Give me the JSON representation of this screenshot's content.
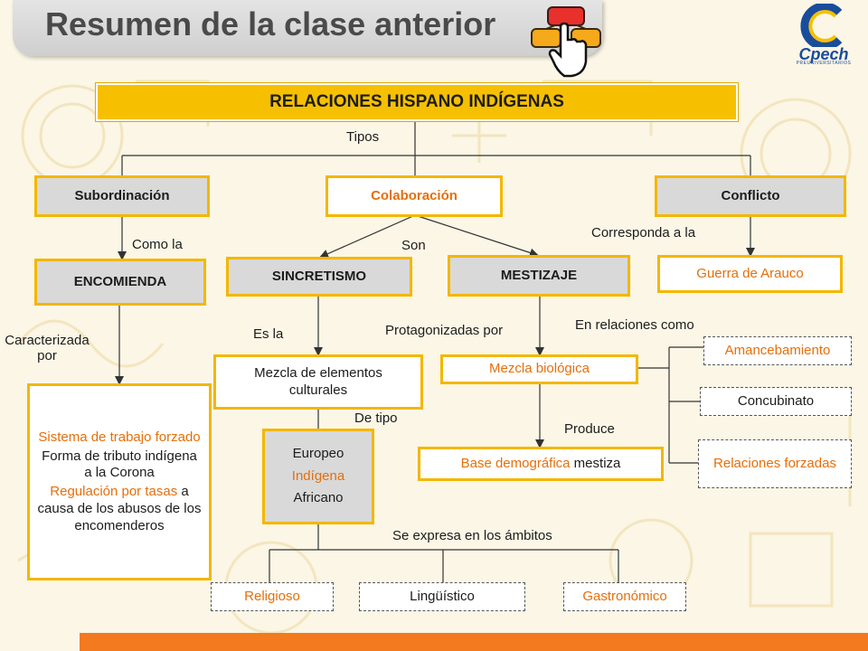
{
  "header": {
    "title": "Resumen de la clase anterior",
    "logo_text": "Cpech",
    "logo_subtext": "PREUNIVERSITARIOS"
  },
  "diagram": {
    "root": "RELACIONES HISPANO INDÍGENAS",
    "labels": {
      "tipos": "Tipos",
      "como_la": "Como la",
      "son": "Son",
      "corresponda": "Corresponda a la",
      "caracterizada": "Caracterizada por",
      "es_la": "Es la",
      "protagonizadas": "Protagonizadas por",
      "en_relaciones": "En relaciones como",
      "de_tipo": "De tipo",
      "produce": "Produce",
      "se_expresa": "Se expresa en los ámbitos"
    },
    "types": {
      "subordinacion": "Subordinación",
      "colaboracion": "Colaboración",
      "conflicto": "Conflicto"
    },
    "encomienda": "ENCOMIENDA",
    "sincretismo": "SINCRETISMO",
    "mestizaje": "MESTIZAJE",
    "guerra": "Guerra de Arauco",
    "sistema": {
      "line1": "Sistema de trabajo forzado",
      "line2": "Forma de tributo indígena a la Corona",
      "line3_highlight": "Regulación por tasas",
      "line3_rest": " a causa de los abusos de los encomenderos"
    },
    "mezcla_elementos": "Mezcla de elementos culturales",
    "mezcla_biologica": "Mezcla biológica",
    "base": {
      "highlight": "Base demográfica",
      "rest": " mestiza"
    },
    "tipos_culturales": {
      "europeo": "Europeo",
      "indigena": "Indígena",
      "africano": "Africano"
    },
    "relaciones": {
      "amancebamiento": "Amancebamiento",
      "concubinato": "Concubinato",
      "forzadas": "Relaciones forzadas"
    },
    "ambitos": {
      "religioso": "Religioso",
      "linguistico": "Lingüístico",
      "gastronomico": "Gastronómico"
    }
  },
  "colors": {
    "accent_yellow": "#f6c000",
    "box_border": "#f3b700",
    "highlight_orange": "#e56f0a",
    "bottom_bar": "#f37a1e",
    "logo_blue": "#1a4c9c"
  }
}
